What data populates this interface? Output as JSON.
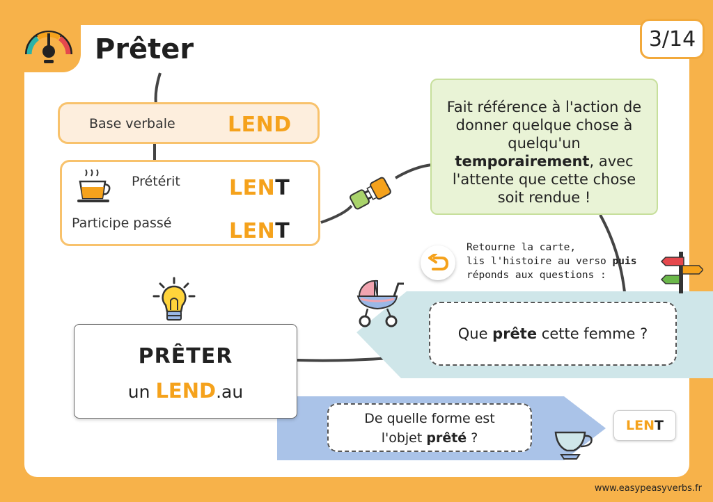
{
  "header": {
    "title": "Prêter",
    "page_counter": "3/14"
  },
  "base": {
    "label": "Base verbale",
    "verb": "LEND"
  },
  "forms": {
    "preterit_label": "Prétérit",
    "preterit_stem": "LEN",
    "preterit_end": "T",
    "participle_label": "Participe passé",
    "participle_stem": "LEN",
    "participle_end": "T"
  },
  "definition": {
    "line1": "Fait référence à l'action de",
    "line2": "donner quelque chose à",
    "line3": "quelqu'un",
    "bold": "temporairement",
    "line4_rest": ", avec",
    "line5": "l'attente que cette chose",
    "line6": "soit rendue !"
  },
  "instructions": {
    "line1": "Retourne la carte,",
    "line2_start": "lis l'histoire au verso ",
    "line2_bold": "puis",
    "line3": "réponds aux questions :"
  },
  "question1": {
    "before": "Que ",
    "bold": "prête",
    "after": " cette femme ?"
  },
  "summary": {
    "title": "PRÊTER",
    "prefix": "un ",
    "highlight": "LEND",
    "suffix": ".au"
  },
  "question2": {
    "line1": "De quelle forme est",
    "line2_start": "l'objet ",
    "line2_bold": "prêté",
    "line2_end": " ?"
  },
  "answer": {
    "stem": "LEN",
    "end": "T"
  },
  "footer": {
    "site": "www.easypeasyverbs.fr"
  },
  "colors": {
    "background": "#f7b24a",
    "accent": "#f5a21c",
    "definition_bg": "#e9f3d6",
    "teal_band": "#cfe6e9",
    "blue_band": "#aac3e8"
  },
  "icons": [
    "speedometer-icon",
    "teacup-icon",
    "plug-icon",
    "back-arrow-icon",
    "signpost-icon",
    "stroller-icon",
    "lightbulb-icon",
    "cup-icon"
  ]
}
